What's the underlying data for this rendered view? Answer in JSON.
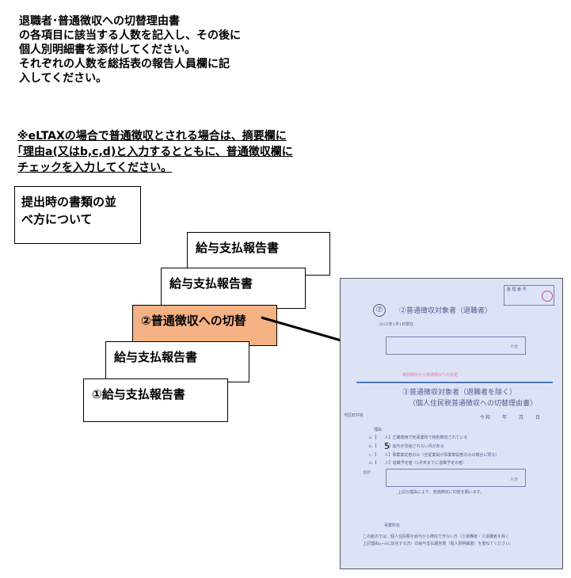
{
  "intro": {
    "lines": [
      "退職者･普通徴収への切替理由書",
      "の各項目に該当する人数を記入し、その後に",
      "個人別明細書を添付してください。",
      "それぞれの人数を総括表の報告人員欄に記",
      "入してください。"
    ]
  },
  "note": {
    "lines": [
      "※eLTAXの場合で普通徴収とされる場合は、摘要欄に",
      "｢理由a(又はb,c,d)と入力するとともに、普通徴収欄に",
      "チェックを入力してください。"
    ]
  },
  "order_box": {
    "lines": [
      "提出時の書類の並",
      "べ方について"
    ]
  },
  "stack": {
    "card1": "給与支払報告書",
    "card2": "給与支払報告書",
    "card3": "②普通徴収への切替",
    "card4": "給与支払報告書",
    "card5": "①給与支払報告書"
  },
  "form": {
    "stamp_label": "整 理 番 号",
    "seven": "⑦",
    "section2_title": "②普通徴収対象者（退職者）",
    "year_note": "2025年1月1日現在",
    "unit": "人分",
    "pink_line": "特別徴収から普通徴収への変更",
    "section3_title": "③普通徴収対象者（退職者を除く）",
    "section3_subtitle": "（個人住民税普通徴収への切替理由書）",
    "date_line": "令和　　年　　月　　日",
    "side_text": "市区町村名",
    "reason_label": "理由",
    "reason_a": "a.【　　人】乙欄適用で他事業所で特別徴収されている",
    "reason_b": "b.【　　人】給与が支給されない月がある",
    "reason_c": "c.【　　人】事業専従者のみ（全従業員が事業専従者のみの場合に限る）",
    "reason_d": "d.【　　人】退職予定者（5月末までに退職予定の者）",
    "reason_b_count": "5",
    "total_label": "合計",
    "request_text": "上記の理由により、普通徴収に切替を願います。",
    "office_label": "事業所名",
    "footnote_1": "この紙の下は、個人住民税を給与から徴収できない方（③退職者・③退職者を除く",
    "footnote_2": "上記理由a~dに該当する方）の給与支払報告書（個人別明細書）を重ねてください。"
  },
  "colors": {
    "highlight_card": "#f4b183",
    "form_background": "#dde3f6",
    "form_rule": "#4a78c0"
  }
}
